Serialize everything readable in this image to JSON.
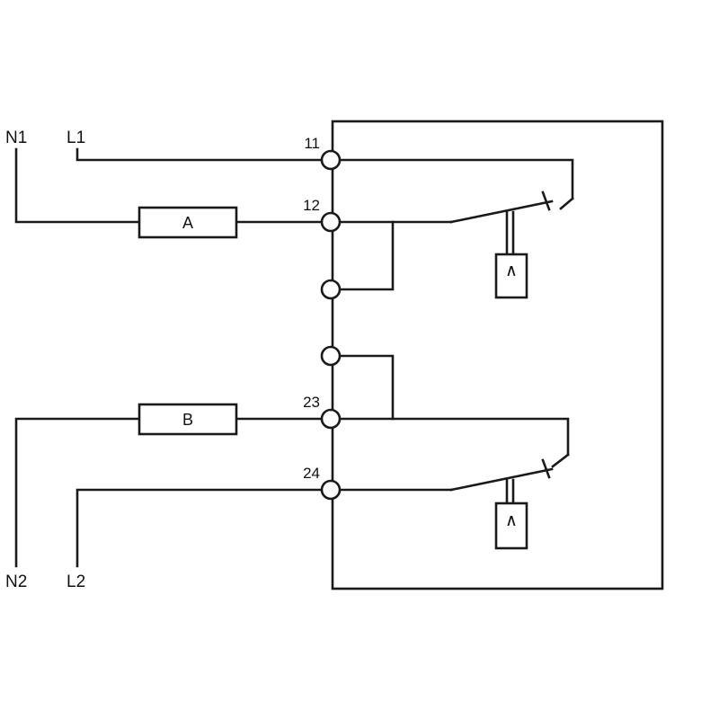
{
  "diagram": {
    "source_labels": {
      "n1": "N1",
      "l1": "L1",
      "n2": "N2",
      "l2": "L2"
    },
    "components": {
      "a": "A",
      "b": "B"
    },
    "terminals": {
      "t11": "11",
      "t12": "12",
      "t23": "23",
      "t24": "24"
    },
    "actuators": {
      "top_symbol": "∧",
      "bottom_symbol": "∧"
    },
    "colors": {
      "line": "#1a1a1a",
      "background": "#ffffff"
    }
  }
}
